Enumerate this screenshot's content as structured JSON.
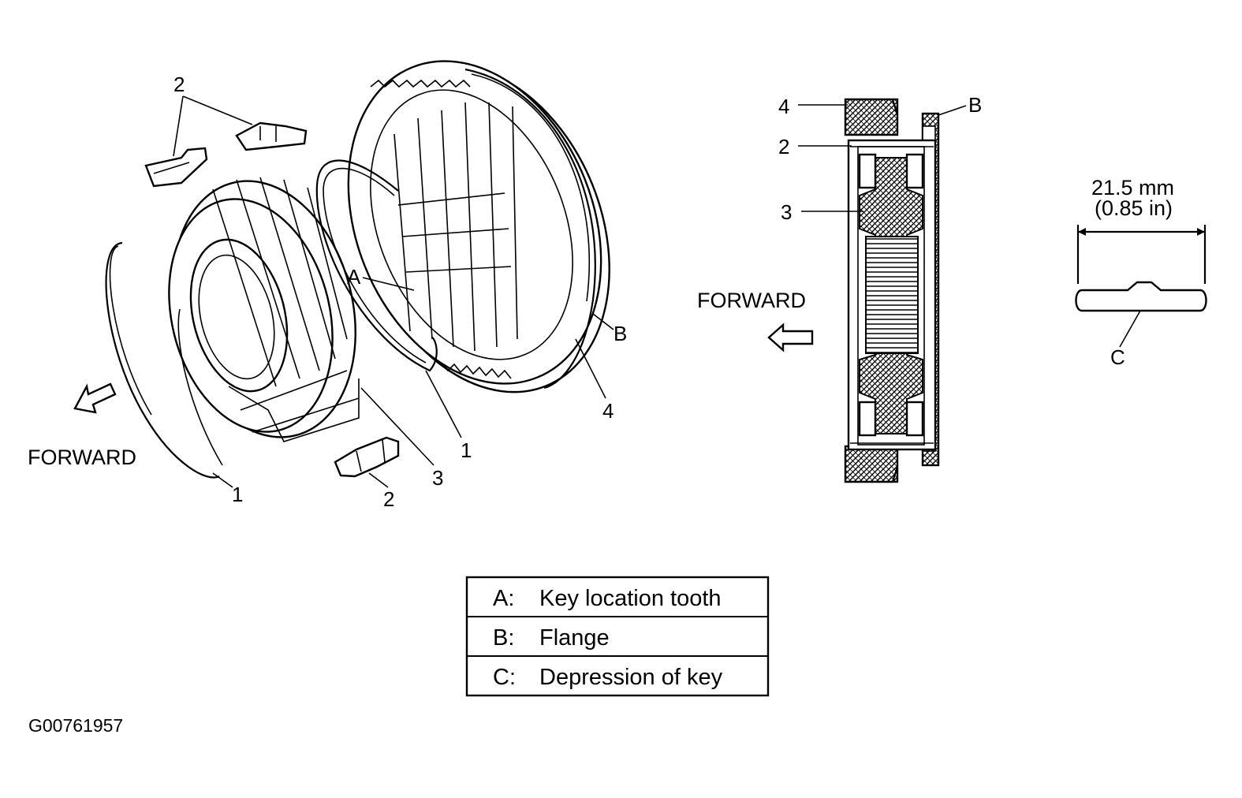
{
  "callouts": {
    "left": {
      "label_2_top": "2",
      "label_A": "A",
      "label_B": "B",
      "label_4": "4",
      "label_1_mid": "1",
      "label_3": "3",
      "label_2_bottom": "2",
      "label_1_left": "1",
      "forward": "FORWARD"
    },
    "section": {
      "label_4": "4",
      "label_B": "B",
      "label_2": "2",
      "label_3": "3",
      "forward": "FORWARD"
    },
    "key": {
      "dim_mm": "21.5 mm",
      "dim_in": "(0.85 in)",
      "label_C": "C"
    }
  },
  "legend": [
    {
      "key": "A:",
      "text": "Key location tooth"
    },
    {
      "key": "B:",
      "text": "Flange"
    },
    {
      "key": "C:",
      "text": "Depression of key"
    }
  ],
  "figure_code": "G00761957"
}
